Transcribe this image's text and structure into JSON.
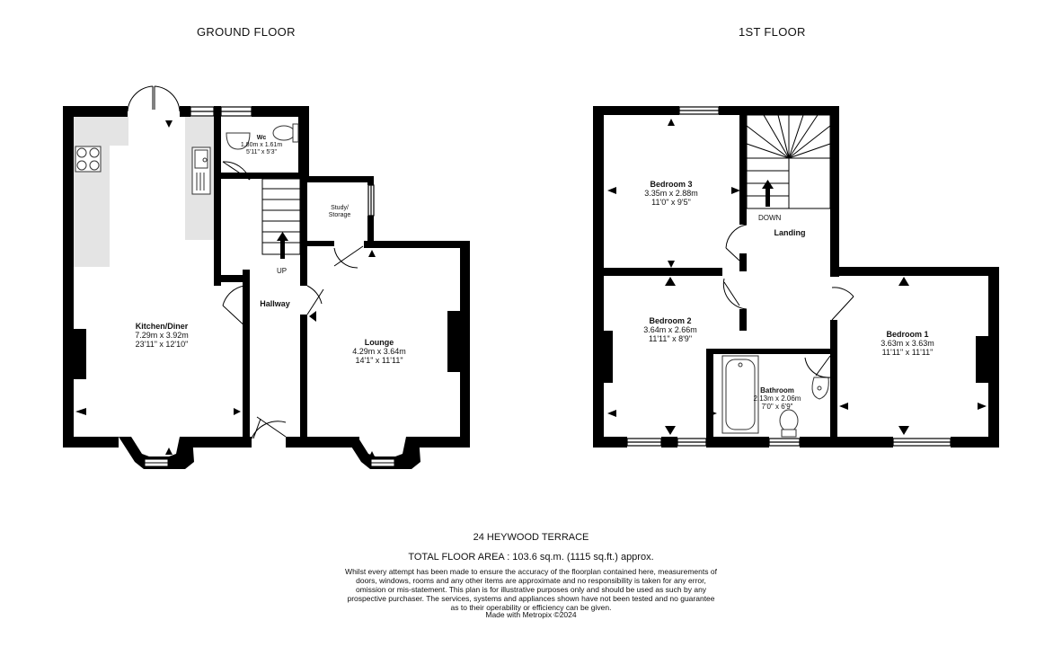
{
  "headings": {
    "ground": "GROUND FLOOR",
    "first": "1ST FLOOR"
  },
  "rooms": {
    "kitchen": {
      "name": "Kitchen/Diner",
      "metric": "7.29m  x 3.92m",
      "imperial": "23'11\"  x 12'10\""
    },
    "wc": {
      "name": "Wc",
      "metric": "1.80m  x 1.61m",
      "imperial": "5'11\"  x 5'3\""
    },
    "study": {
      "name1": "Study/",
      "name2": "Storage"
    },
    "hallway": {
      "name": "Hallway"
    },
    "lounge": {
      "name": "Lounge",
      "metric": "4.29m  x 3.64m",
      "imperial": "14'1\"  x 11'11\""
    },
    "bedroom3": {
      "name": "Bedroom 3",
      "metric": "3.35m  x 2.88m",
      "imperial": "11'0\"  x 9'5\""
    },
    "landing": {
      "name": "Landing"
    },
    "bedroom2": {
      "name": "Bedroom 2",
      "metric": "3.64m  x 2.66m",
      "imperial": "11'11\"  x 8'9\""
    },
    "bathroom": {
      "name": "Bathroom",
      "metric": "2.13m  x 2.06m",
      "imperial": "7'0\"  x 6'9\""
    },
    "bedroom1": {
      "name": "Bedroom 1",
      "metric": "3.63m  x 3.63m",
      "imperial": "11'11\"  x 11'11\""
    }
  },
  "stairs": {
    "up": "UP",
    "down": "DOWN"
  },
  "footer": {
    "address": "24 HEYWOOD TERRACE",
    "total": "TOTAL FLOOR AREA : 103.6 sq.m. (1115 sq.ft.) approx.",
    "disclaimer": "Whilst every attempt has been made to ensure the accuracy of the floorplan contained here, measurements of doors, windows, rooms and any other items are approximate and no responsibility is taken for any error, omission or mis-statement. This plan is for illustrative purposes only and should be used as such by any prospective purchaser. The services, systems and appliances shown have not been tested and no guarantee as to their operability or efficiency can be given.",
    "made_with": "Made with Metropix ©2024"
  },
  "colors": {
    "wall": "#000000",
    "worktop": "#e4e4e4",
    "background": "#ffffff"
  }
}
